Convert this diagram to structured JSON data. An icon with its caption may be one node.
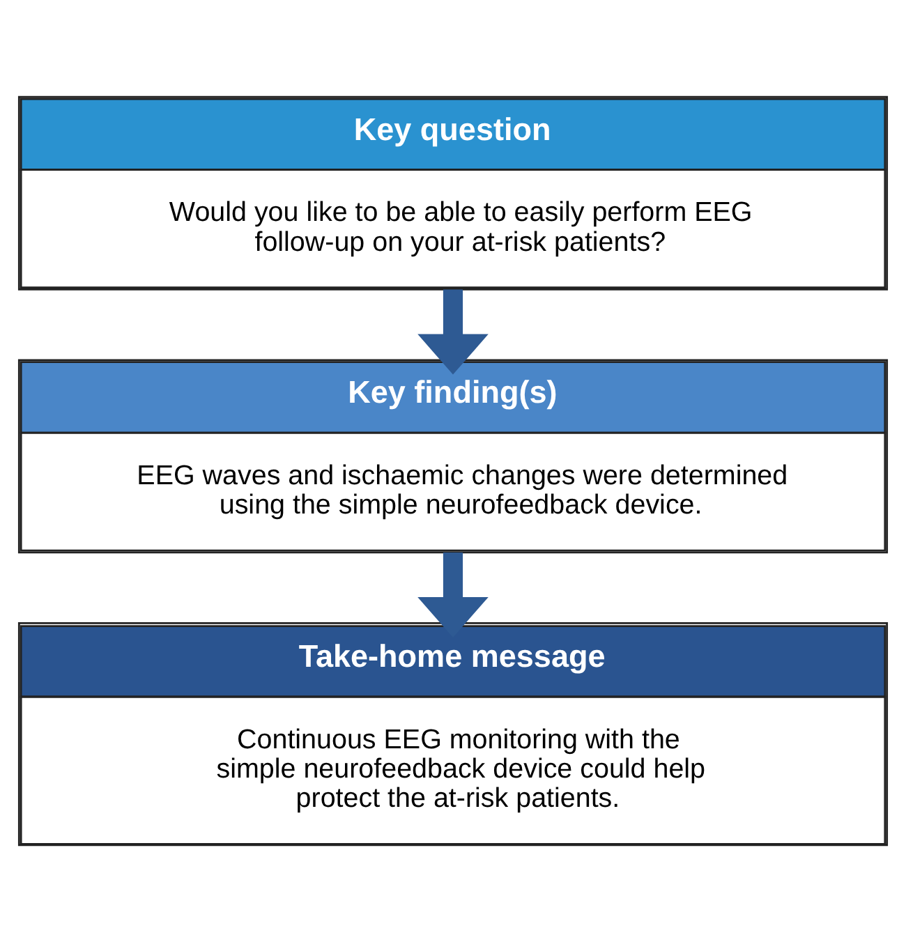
{
  "diagram": {
    "nodes": [
      {
        "text": [
          "Key question",
          "Would you like to be able to easily perform EEG follow-up on your at-risk patients?"
        ]
      },
      {
        "text": [
          "Key finding(s)",
          "EEG waves and ischaemic changes were determined using the simple neurofeedback device."
        ]
      },
      {
        "text": [
          "Take-home message",
          "Continuous EEG monitoring with the simple neurofeedback device could help protect the at-risk patients."
        ]
      }
    ],
    "edges": [
      {
        "from": 0,
        "to": 1,
        "arrow": "to"
      },
      {
        "from": 1,
        "to": 2,
        "arrow": "to"
      }
    ]
  }
}
